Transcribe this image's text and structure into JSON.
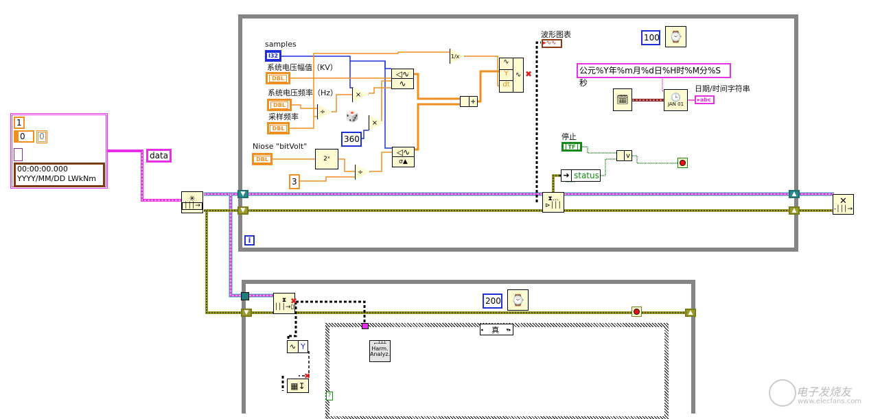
{
  "cluster": {
    "numeric_value": "1",
    "index_value": "0",
    "array_element": "0",
    "timestamp_line1": "00:00:00.000",
    "timestamp_line2": "YYYY/MM/DD LWkNm"
  },
  "data_label": "data",
  "producer_loop": {
    "samples_label": "samples",
    "samples_type": "I32",
    "amplitude_label": "系统电压幅值（KV）",
    "frequency_label": "系统电压频率（Hz）",
    "sample_rate_label": "采样频率",
    "dbl_type": "DBL",
    "noise_label": "Niose \"bitVolt\"",
    "const_360": "360",
    "const_3": "3",
    "waveform_chart_label": "波形图表",
    "build_waveform_y": "Y",
    "build_waveform_dt": "dt",
    "wait_ms": "100",
    "format_string": "公元%Y年%m月%d日%H时%M分%S秒",
    "datetime_string_label": "日期/时间字符串",
    "string_type": "abc",
    "stop_label": "停止",
    "bool_type": "TF",
    "status_label": "status",
    "iteration_label": "i",
    "or_label": "v",
    "add_label": "+",
    "multiply_label": "×",
    "divide_label": "÷"
  },
  "consumer_loop": {
    "wait_ms": "200",
    "case_selector": "真",
    "unbundle_y": "Y",
    "harm_analyz_line1": "Harm.",
    "harm_analyz_line2": "Analyz.",
    "case_terminal": "?"
  },
  "watermark": {
    "name": "电子发烧友",
    "url": "www.elecfans.com"
  },
  "colors": {
    "dbl_wire": "#ef8f20",
    "i32_wire": "#1e2fd6",
    "queue_wire": "#e62ee6",
    "error_wire": "#9b9b2a",
    "bool_wire": "#138a13",
    "frame_gray": "#858585"
  }
}
